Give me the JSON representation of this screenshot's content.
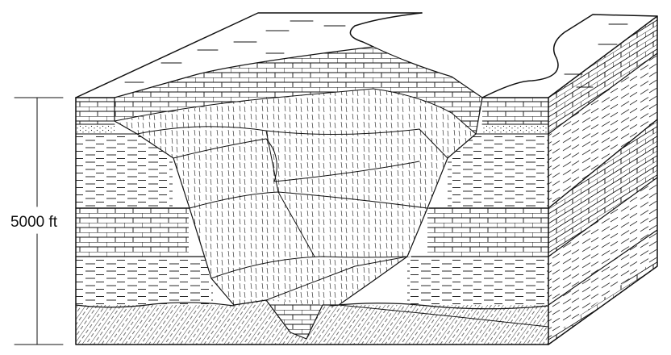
{
  "scale_bar": {
    "label": "5000 ft"
  },
  "layers": [
    {
      "name": "top-sandstone",
      "pattern": "brick"
    },
    {
      "name": "thin-sand-bed",
      "pattern": "dots"
    },
    {
      "name": "upper-shale",
      "pattern": "dashes"
    },
    {
      "name": "middle-limestone",
      "pattern": "brick"
    },
    {
      "name": "lower-shale",
      "pattern": "dashes"
    },
    {
      "name": "basement-rock",
      "pattern": "hatch"
    }
  ],
  "colors": {
    "ink": "#111111",
    "paper": "#ffffff"
  }
}
